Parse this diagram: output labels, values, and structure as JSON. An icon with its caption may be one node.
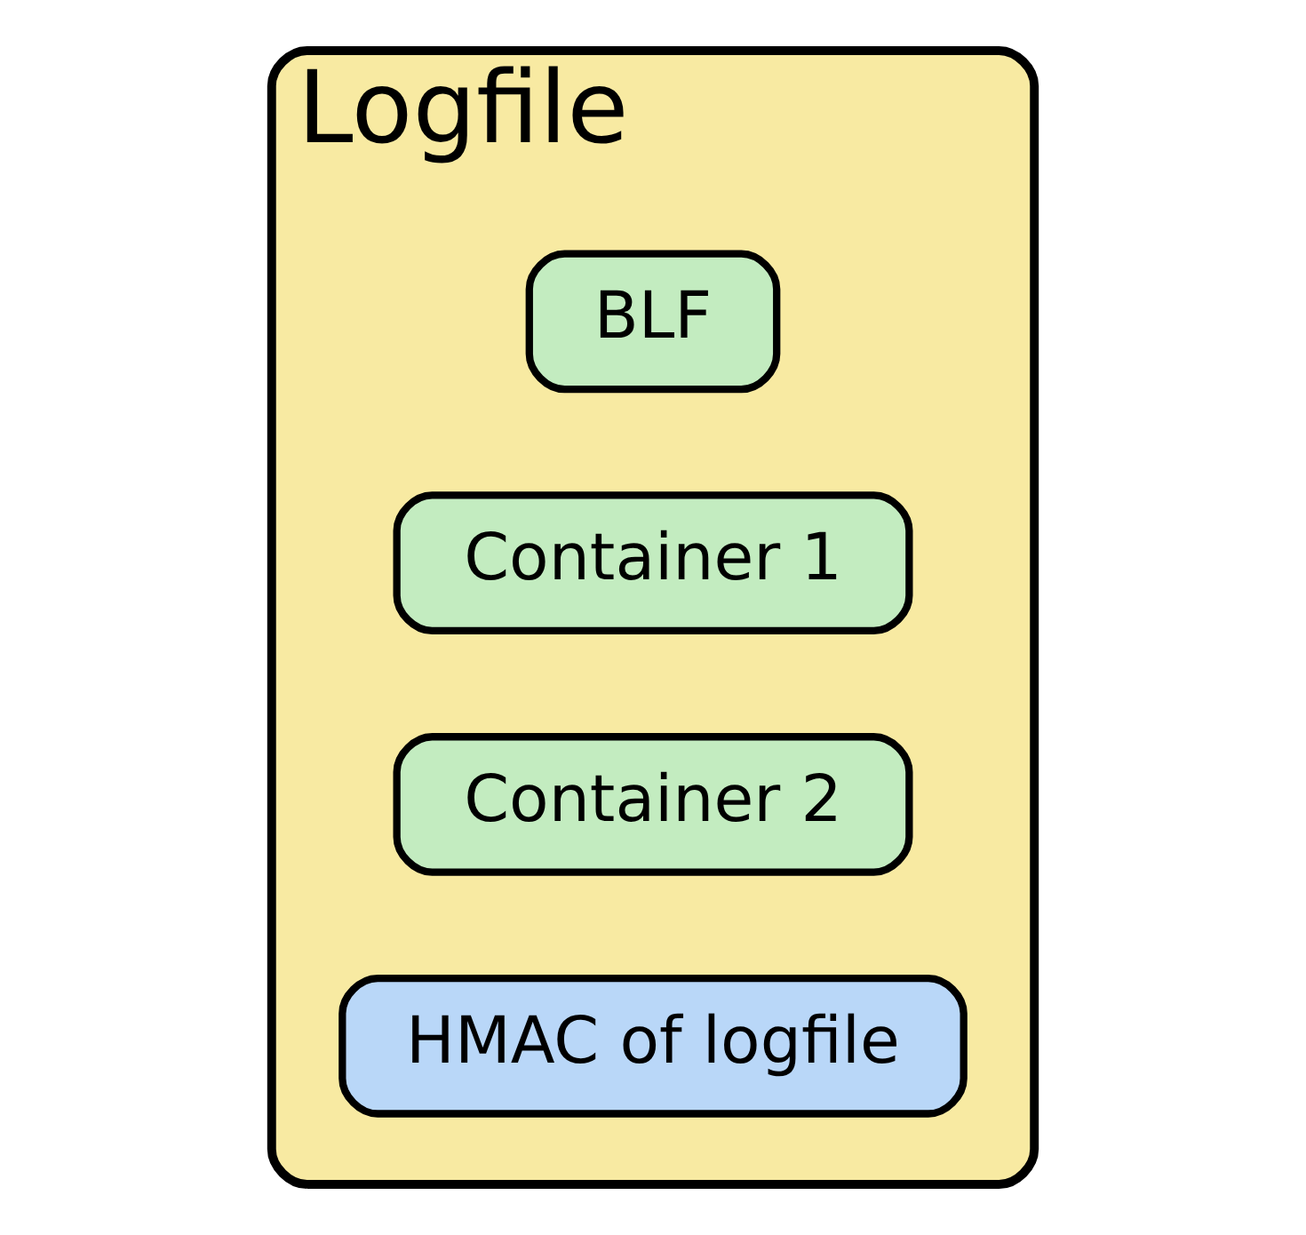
{
  "diagram": {
    "nodes": [
      {
        "text": [
          "Logfile"
        ]
      },
      {
        "text": [
          "BLF"
        ],
        "in": 0
      },
      {
        "text": [
          "Container 1"
        ],
        "in": 0
      },
      {
        "text": [
          "Container 2"
        ],
        "in": 0
      },
      {
        "text": [
          "HMAC of logfile"
        ],
        "in": 0
      }
    ]
  }
}
